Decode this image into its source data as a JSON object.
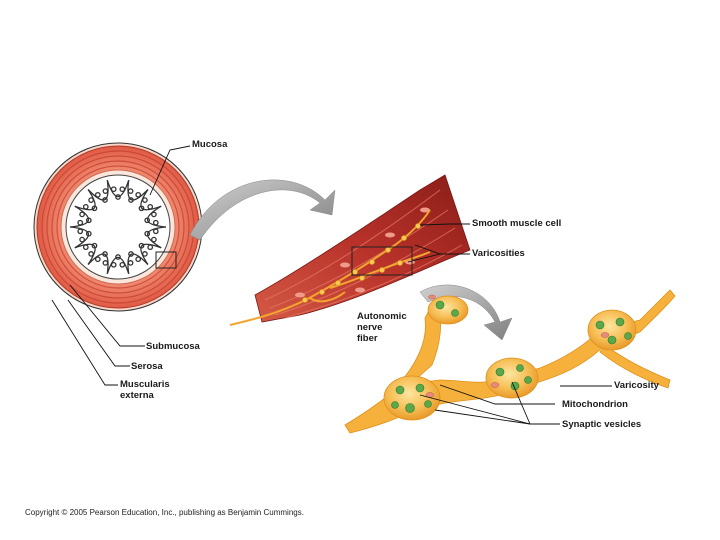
{
  "labels": {
    "mucosa": "Mucosa",
    "smooth_muscle_cell": "Smooth muscle cell",
    "varicosities": "Varicosities",
    "autonomic_nerve_fiber_line1": "Autonomic",
    "autonomic_nerve_fiber_line2": "nerve",
    "autonomic_nerve_fiber_line3": "fiber",
    "submucosa": "Submucosa",
    "serosa": "Serosa",
    "muscularis_externa_line1": "Muscularis",
    "muscularis_externa_line2": "externa",
    "varicosity": "Varicosity",
    "mitochondrion": "Mitochondrion",
    "synaptic_vesicles": "Synaptic vesicles"
  },
  "copyright": "Copyright © 2005 Pearson Education, Inc., publishing as Benjamin Cummings.",
  "colors": {
    "muscle_outer": "#e8705a",
    "muscle_fiber": "#c84030",
    "submucosa": "#fbe3d8",
    "mucosa_fill": "#ffffff",
    "smooth_muscle_dark": "#a0231b",
    "nerve_orange": "#f2a530",
    "nerve_light": "#fbd06a",
    "mitochondrion_green": "#5aa84a",
    "arrow_gray": "#9a9a9a"
  }
}
